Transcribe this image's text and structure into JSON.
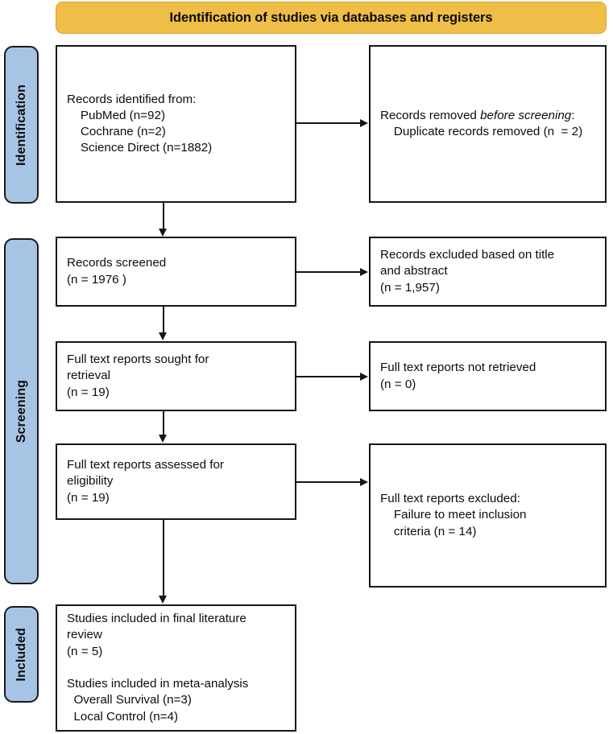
{
  "header": {
    "title": "Identification of studies via databases and registers",
    "color": "#EFBE47"
  },
  "stages": {
    "color": "#A8C4E5",
    "identification": "Identification",
    "screening": "Screening",
    "included": "Included"
  },
  "boxes": {
    "identified": {
      "line1": "Records identified from:",
      "line2": "    PubMed (n=92)",
      "line3": "    Cochrane (n=2)",
      "line4": "    Science Direct (n=1882)"
    },
    "removed": {
      "line1_pre": "Records removed ",
      "line1_em": "before screening",
      "line1_post": ":",
      "line2": "    Duplicate records removed (n  = 2)"
    },
    "screened": {
      "line1": "Records screened",
      "line2": "(n = 1976 )"
    },
    "excluded_title": {
      "line1": "Records excluded based on title",
      "line2": "and abstract",
      "line3": "(n = 1,957)"
    },
    "sought": {
      "line1": "Full text reports sought for",
      "line2": "retrieval",
      "line3": "(n = 19)"
    },
    "not_retrieved": {
      "line1": "Full text reports not retrieved",
      "line2": "(n = 0)"
    },
    "assessed": {
      "line1": "Full text reports assessed for",
      "line2": "eligibility",
      "line3": "(n = 19)"
    },
    "excluded_full": {
      "line1": "Full text reports excluded:",
      "line2": "    Failure to meet inclusion",
      "line3": "    criteria (n = 14)"
    },
    "included": {
      "line1": "Studies included in final literature",
      "line2": "review",
      "line3": "(n = 5)",
      "line4": "",
      "line5": "Studies included in meta-analysis",
      "line6": "  Overall Survival (n=3)",
      "line7": "  Local Control (n=4)"
    }
  },
  "chart_data": {
    "type": "diagram",
    "title": "Identification of studies via databases and registers",
    "nodes": [
      {
        "id": "identified",
        "stage": "Identification",
        "column": "left",
        "counts": {
          "PubMed": 92,
          "Cochrane": 2,
          "Science Direct": 1882
        }
      },
      {
        "id": "removed",
        "stage": "Identification",
        "column": "right",
        "counts": {
          "duplicates_removed": 2
        }
      },
      {
        "id": "screened",
        "stage": "Screening",
        "column": "left",
        "counts": {
          "n": 1976
        }
      },
      {
        "id": "excluded_title",
        "stage": "Screening",
        "column": "right",
        "counts": {
          "n": 1957
        }
      },
      {
        "id": "sought",
        "stage": "Screening",
        "column": "left",
        "counts": {
          "n": 19
        }
      },
      {
        "id": "not_retrieved",
        "stage": "Screening",
        "column": "right",
        "counts": {
          "n": 0
        }
      },
      {
        "id": "assessed",
        "stage": "Screening",
        "column": "left",
        "counts": {
          "n": 19
        }
      },
      {
        "id": "excluded_full",
        "stage": "Screening",
        "column": "right",
        "counts": {
          "n": 14
        }
      },
      {
        "id": "included",
        "stage": "Included",
        "column": "left",
        "counts": {
          "review": 5,
          "overall_survival": 3,
          "local_control": 4
        }
      }
    ],
    "edges": [
      {
        "from": "identified",
        "to": "removed",
        "direction": "right"
      },
      {
        "from": "identified",
        "to": "screened",
        "direction": "down"
      },
      {
        "from": "screened",
        "to": "excluded_title",
        "direction": "right"
      },
      {
        "from": "screened",
        "to": "sought",
        "direction": "down"
      },
      {
        "from": "sought",
        "to": "not_retrieved",
        "direction": "right"
      },
      {
        "from": "sought",
        "to": "assessed",
        "direction": "down"
      },
      {
        "from": "assessed",
        "to": "excluded_full",
        "direction": "right"
      },
      {
        "from": "assessed",
        "to": "included",
        "direction": "down"
      }
    ]
  }
}
